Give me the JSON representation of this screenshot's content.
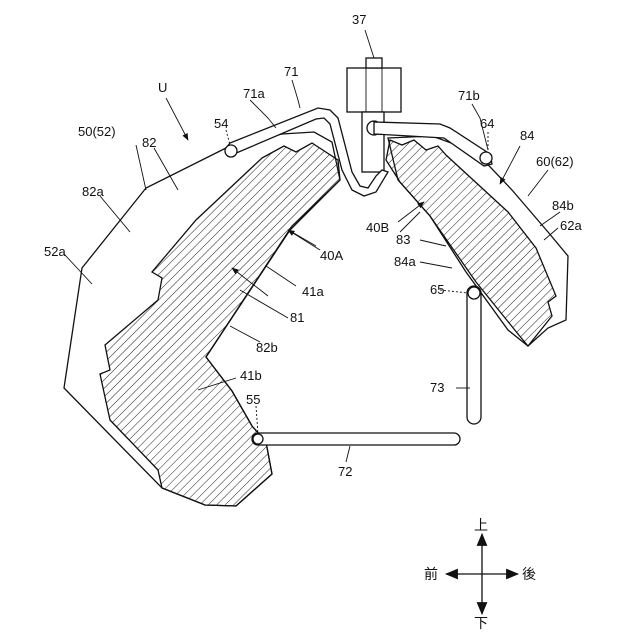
{
  "diagram": {
    "labels": {
      "l37": "37",
      "l71": "71",
      "lU": "U",
      "l71a": "71a",
      "l71b": "71b",
      "l54": "54",
      "l64": "64",
      "l84": "84",
      "l50_52": "50(52)",
      "l82": "82",
      "l60_62": "60(62)",
      "l82a": "82a",
      "l84b": "84b",
      "l62a": "62a",
      "l40B": "40B",
      "l83": "83",
      "l52a": "52a",
      "l40A": "40A",
      "l84a": "84a",
      "l41a": "41a",
      "l65": "65",
      "l81": "81",
      "l82b": "82b",
      "l41b": "41b",
      "l73": "73",
      "l55": "55",
      "l72": "72"
    },
    "compass": {
      "up": "上",
      "down": "下",
      "front": "前",
      "rear": "後"
    }
  }
}
